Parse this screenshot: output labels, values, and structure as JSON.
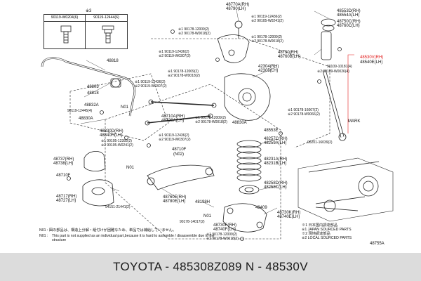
{
  "parts_inset": {
    "marker": "※3",
    "col1": "90119-W0204(6)",
    "col2": "90119-12444(6)"
  },
  "labels": {
    "p48770A": "48770A(RH)",
    "p48790": "48790(LH)",
    "p48553D": "48553D(RH)",
    "p48554A": "48554A(LH)",
    "p48750C": "48750C(RH)",
    "p48760C": "48760C(LH)",
    "f1_l1": "※1 90119-12436(2)",
    "f1_l2": "※2 90105-W0241(2)",
    "f2_l1": "※1 90178-12009(2)",
    "f2_l2": "※2 90178-W0018(2)",
    "f3_l1": "※1 90178-12009(2)",
    "f3_l2": "※2 90178-W0018(2)",
    "f4_l1": "※1 90119-12436(2)",
    "f4_l2": "※2 90119-W0307(2)",
    "p48750": "48750(RH)",
    "p48760B": "48760B(LH)",
    "p48530V": "48530V(RH)",
    "p48540E": "48540E(LH)",
    "p48818": "48818",
    "p48805": "48805",
    "f5_l1": "※1 90178-12009(2)",
    "f5_l2": "※2 90178-W0018(2)",
    "f6_l1": "※1 90119-12436(2)",
    "f6_l2": "※2 90119-W0307(2)",
    "p90109_1": "90109-10181(4)",
    "p90109_2": "※2 90109-W0026(4)",
    "p48304": "42304(RH)",
    "p42305": "42305(LH)",
    "p48818b": "48818",
    "p48832A": "48832A",
    "p90119_12445": "90119-12445(4)",
    "p48830A": "48830A",
    "n01a": "N01",
    "p48710A": "48710A(RH)",
    "p48720A": "48720A(LH)",
    "f7_l1": "※1 90178-12009(2)",
    "f7_l2": "※2 90178-W0018(2)",
    "p48830A_b": "48830A",
    "p48553E": "48553E",
    "f8_l1": "※1 90178-16007(2)",
    "f8_l2": "※2 90178-W0066(2)",
    "p48830D": "48830D(RH)",
    "p48840H": "48840H(LH)",
    "f9_l1": "※1 90105-12393(2)",
    "f9_l2": "※2 90105-W0241(2)",
    "f10_l1": "※1 90119-12436(2)",
    "f10_l2": "※2 90119-W0307(2)",
    "p48257C": "48257C(RH)",
    "p48259A": "48259A(LH)",
    "mark": "MARK",
    "p90201": "90201-16039(2)",
    "p48710F": "48710F",
    "n02": "(N02)",
    "p48737": "48737(RH)",
    "p48738": "48738(LH)",
    "p48231A": "48231A(RH)",
    "p48231B": "48231B(LH)",
    "p48710F_b": "48710F",
    "p48717": "48717(RH)",
    "p48727": "48727(LH)",
    "p48760E": "48760E(RH)",
    "p48780E": "48780E(LH)",
    "p48258D": "48258D(RH)",
    "p48258C": "48258C(LH)",
    "p94151": "94151-21441(2)",
    "p48198H": "48198H",
    "p48409": "48409",
    "p48730K": "48730K(RH)",
    "p48740E": "48740E(LH)",
    "p90178_14017": "90178-14017(2)",
    "p48730F": "48730F(RH)",
    "p48740F": "48740F(LH)",
    "f11_l1": "※1 90178-12009(2)",
    "f11_l2": "※2 90178-W0018(2)",
    "n01b": "N01",
    "n01c": "N01",
    "p487558": "48755A"
  },
  "notes": {
    "n01_jp": "N01 : 図の部品は、構造上分解・組付けが困難なため、単品では補給していません。",
    "n01_en": "This part is not supplied as an individual part,because it is hard to assemble / disassemble due to the structure",
    "n01_key": "N01 :"
  },
  "legend": {
    "l1": "※1 日本国内調達部品",
    "l1_en": "※1 JAPAN SOURCED PARTS",
    "l2": "※2 現地調達部品",
    "l2_en": "※2 LOCAL SOURCED PARTS"
  },
  "footer": {
    "text": "TOYOTA - 485308Z089          N - 48530V"
  },
  "colors": {
    "highlight": "#e11a1a",
    "footer_bg": "#dcdcdc",
    "line": "#222222"
  }
}
